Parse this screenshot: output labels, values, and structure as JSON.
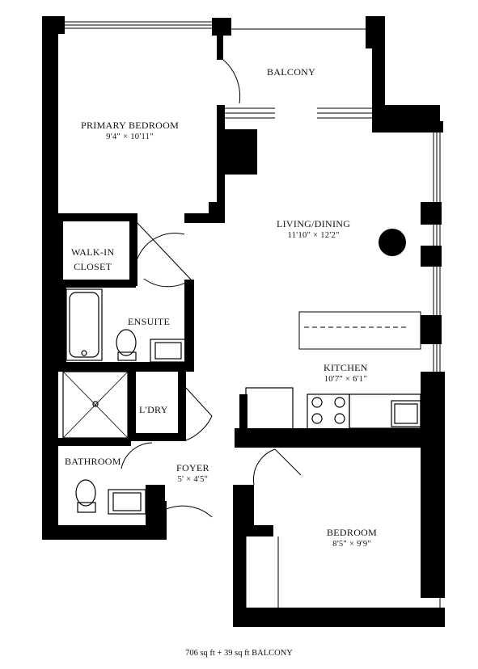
{
  "rooms": {
    "balcony": {
      "name": "BALCONY"
    },
    "primary_bedroom": {
      "name": "PRIMARY BEDROOM",
      "dims": "9'4\" × 10'11\""
    },
    "living_dining": {
      "name": "LIVING/DINING",
      "dims": "11'10\" × 12'2\""
    },
    "walk_in_closet": {
      "name": "WALK-IN",
      "name2": "CLOSET"
    },
    "ensuite": {
      "name": "ENSUITE"
    },
    "kitchen": {
      "name": "KITCHEN",
      "dims": "10'7\" × 6'1\""
    },
    "laundry": {
      "name": "L'DRY"
    },
    "bathroom": {
      "name": "BATHROOM"
    },
    "foyer": {
      "name": "FOYER",
      "dims": "5' × 4'5\""
    },
    "bedroom": {
      "name": "BEDROOM",
      "dims": "8'5\" × 9'9\""
    }
  },
  "footer": {
    "area": "706 sq ft + 39 sq ft BALCONY"
  },
  "colors": {
    "wall": "#000000",
    "background": "#ffffff"
  }
}
